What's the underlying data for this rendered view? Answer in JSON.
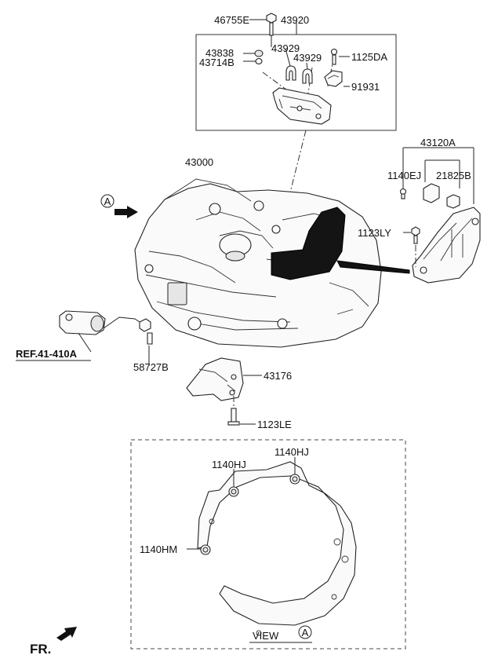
{
  "labels": {
    "p46755E": "46755E",
    "p43920": "43920",
    "p43838": "43838",
    "p43714B": "43714B",
    "p43929a": "43929",
    "p43929b": "43929",
    "p1125DA": "1125DA",
    "p91931": "91931",
    "p43120A": "43120A",
    "p1140EJ": "1140EJ",
    "p21825B": "21825B",
    "p1123LY": "1123LY",
    "p43000": "43000",
    "ref": "REF.41-410A",
    "p58727B": "58727B",
    "p43176": "43176",
    "p1123LE": "1123LE",
    "p1140HJa": "1140HJ",
    "p1140HJb": "1140HJ",
    "p1140HM": "1140HM",
    "view": "VIEW",
    "view_marker": "A",
    "ref_marker": "A",
    "fr": "FR."
  },
  "icons": {
    "view_arrow": "arrow-icon",
    "fr_arrow": "front-direction-arrow-icon"
  }
}
